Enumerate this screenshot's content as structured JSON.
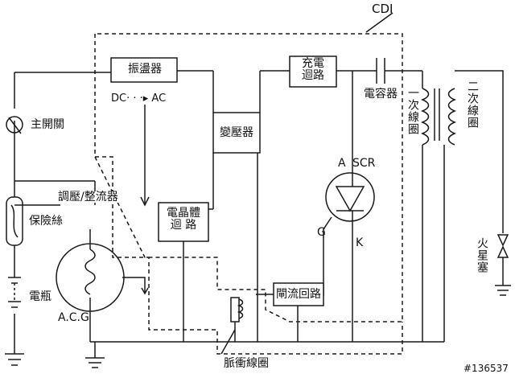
{
  "diagram": {
    "cdi_label": "CDI",
    "oscillator": "振盪器",
    "dc_ac": "DC· · ·▸ AC",
    "main_switch": "主開關",
    "charge_circuit": "充電\n迴路",
    "capacitor": "電容器",
    "transformer": "變壓器",
    "primary_coil": "一次線圈",
    "secondary_coil": "二次線圈",
    "regulator": "調壓/整流器",
    "fuse": "保險絲",
    "transistor_circuit": "電晶體\n迴 路",
    "scr_a": "A",
    "scr_label": "SCR",
    "scr_g": "G",
    "scr_k": "K",
    "spark_plug": "火星塞",
    "battery": "電瓶",
    "acg": "A.C.G",
    "gate_circuit": "閘流回路",
    "pulse_coil": "脈衝線圈",
    "watermark": "#136537"
  },
  "colors": {
    "ink": "#1a1a1a",
    "background": "#ffffff"
  }
}
